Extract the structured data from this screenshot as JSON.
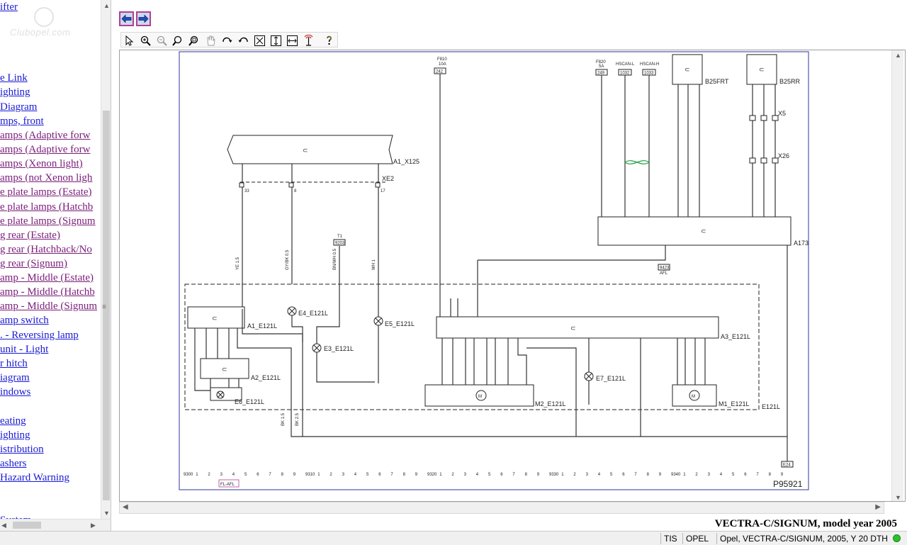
{
  "nav": {
    "watermark": "Clubopel.com",
    "items": [
      {
        "label": "ifter",
        "visited": false
      },
      {
        "label": "e Link",
        "visited": false
      },
      {
        "label": "ighting",
        "visited": false
      },
      {
        "label": "Diagram",
        "visited": false
      },
      {
        "label": "mps, front",
        "visited": false
      },
      {
        "label": "amps (Adaptive forw",
        "visited": true
      },
      {
        "label": "amps (Adaptive forw",
        "visited": true
      },
      {
        "label": "amps (Xenon light)",
        "visited": true
      },
      {
        "label": "amps (not Xenon ligh",
        "visited": true
      },
      {
        "label": "e plate lamps (Estate)",
        "visited": true
      },
      {
        "label": "e plate lamps (Hatchb",
        "visited": true
      },
      {
        "label": "e plate lamps (Signum",
        "visited": true
      },
      {
        "label": "g rear (Estate)",
        "visited": true
      },
      {
        "label": "g rear (Hatchback/No",
        "visited": true
      },
      {
        "label": "g rear (Signum)",
        "visited": true
      },
      {
        "label": "amp - Middle (Estate)",
        "visited": true
      },
      {
        "label": "amp - Middle (Hatchb",
        "visited": true
      },
      {
        "label": "amp - Middle (Signum",
        "visited": true
      },
      {
        "label": "amp switch",
        "visited": false
      },
      {
        "label": ". - Reversing lamp",
        "visited": false
      },
      {
        "label": "unit - Light",
        "visited": false
      },
      {
        "label": "r hitch",
        "visited": false
      },
      {
        "label": "iagram",
        "visited": false
      },
      {
        "label": "indows",
        "visited": false
      },
      {
        "label": "eating",
        "visited": false
      },
      {
        "label": "ighting",
        "visited": false
      },
      {
        "label": "istribution",
        "visited": false
      },
      {
        "label": "ashers",
        "visited": false
      },
      {
        "label": "Hazard Warning",
        "visited": false
      },
      {
        "label": "System",
        "visited": false
      }
    ]
  },
  "toolbar": {
    "back_icon": "arrow-left-icon",
    "forward_icon": "arrow-right-icon",
    "tools": [
      "pointer-icon",
      "zoom-in-icon",
      "zoom-out-icon",
      "zoom-icon",
      "zoom-area-icon",
      "hand-icon",
      "rotate-right-icon",
      "rotate-left-icon",
      "fit-page-icon",
      "fit-height-icon",
      "fit-width-icon",
      "antenna-icon",
      "help-icon"
    ]
  },
  "diagram": {
    "id": "P95921",
    "components": {
      "a1": "A1_X125",
      "xe2": "XE2",
      "a1e": "A1_E121L",
      "a2e": "A2_E121L",
      "e6": "E6_E121L",
      "e4": "E4_E121L",
      "e3": "E3_E121L",
      "e5": "E5_E121L",
      "a3": "A3_E121L",
      "m2": "M2_E121L",
      "e7": "E7_E121L",
      "m1": "M1_E121L",
      "e121": "E121L",
      "a173": "A173",
      "b25frt": "B25FRT",
      "b25rr": "B25RR",
      "x5": "X5",
      "x26": "X26"
    },
    "refs": {
      "f810": "F810",
      "f810a": "10A",
      "r242": "242",
      "f820": "F820",
      "f820a": "5A",
      "r249": "249",
      "hscanl": "HSCAN-L",
      "r1032": "1032",
      "hscanh": "HSCAN-H",
      "r1033": "1033",
      "t1": "T1",
      "r9203": "9203",
      "r9423": "9423",
      "afl": "AFL",
      "e24": "E24",
      "flafl": "FL-AFL"
    },
    "grid": [
      "9300",
      "1",
      "2",
      "3",
      "4",
      "5",
      "6",
      "7",
      "8",
      "9",
      "9310",
      "1",
      "2",
      "3",
      "4",
      "5",
      "6",
      "7",
      "8",
      "9",
      "9320",
      "1",
      "2",
      "3",
      "4",
      "5",
      "6",
      "7",
      "8",
      "9",
      "9330",
      "1",
      "2",
      "3",
      "4",
      "5",
      "6",
      "7",
      "8",
      "9",
      "9340",
      "1",
      "2",
      "3",
      "4",
      "5",
      "6",
      "7",
      "8",
      "9"
    ]
  },
  "vehicle_title": "VECTRA-C/SIGNUM, model year 2005",
  "status": {
    "tis": "TIS",
    "make": "OPEL",
    "vehicle": "Opel, VECTRA-C/SIGNUM, 2005, Y 20 DTH",
    "status_color": "#2cc02c"
  }
}
